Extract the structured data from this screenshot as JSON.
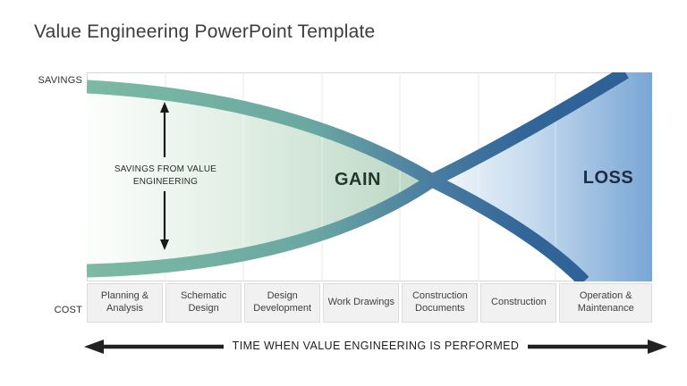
{
  "title": "Value Engineering PowerPoint Template",
  "chart": {
    "savings_axis_label": "SAVINGS",
    "cost_axis_label": "COST",
    "gain_label": "GAIN",
    "loss_label": "LOSS",
    "annotation": "SAVINGS FROM VALUE ENGINEERING",
    "time_axis_label": "TIME WHEN VALUE ENGINEERING IS PERFORMED",
    "phases": [
      "Planning & Analysis",
      "Schematic Design",
      "Design Development",
      "Work Drawings",
      "Construction Documents",
      "Construction",
      "Operation & Maintenance"
    ],
    "curves": [
      {
        "id": "savings-curve",
        "direction": "descending-left-to-right",
        "color_left": "#7cbaa3",
        "color_right": "#2c5f95"
      },
      {
        "id": "cost-curve",
        "direction": "ascending-left-to-right",
        "color_left": "#7cbaa3",
        "color_right": "#2c5f95"
      }
    ],
    "colors": {
      "band_green": "#7cbaa3",
      "band_teal_mid": "#4a7da1",
      "band_blue": "#2c5f95",
      "gain_fill_end": "#b9d6c3",
      "loss_fill_end": "#79a6d5",
      "grid_line": "#d6d6d6",
      "phase_cell_bg": "#f1f1f1",
      "gain_text": "#21382e",
      "loss_text": "#1b2c44",
      "arrow": "#1f1f1f"
    }
  }
}
